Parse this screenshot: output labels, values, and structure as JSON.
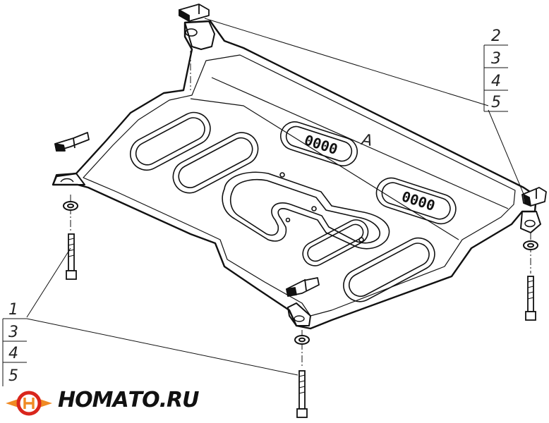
{
  "callouts": {
    "right": [
      "2",
      "3",
      "4",
      "5"
    ],
    "left": [
      "1",
      "3",
      "4",
      "5"
    ]
  },
  "plate": {
    "mark": "A",
    "vents": [
      "0000",
      "0000"
    ]
  },
  "brand": {
    "name": "НОМАТО.RU",
    "colors": {
      "ring": "#d9261c",
      "arrow": "#f08a24",
      "text": "#111111"
    }
  },
  "line_color": "#111111"
}
